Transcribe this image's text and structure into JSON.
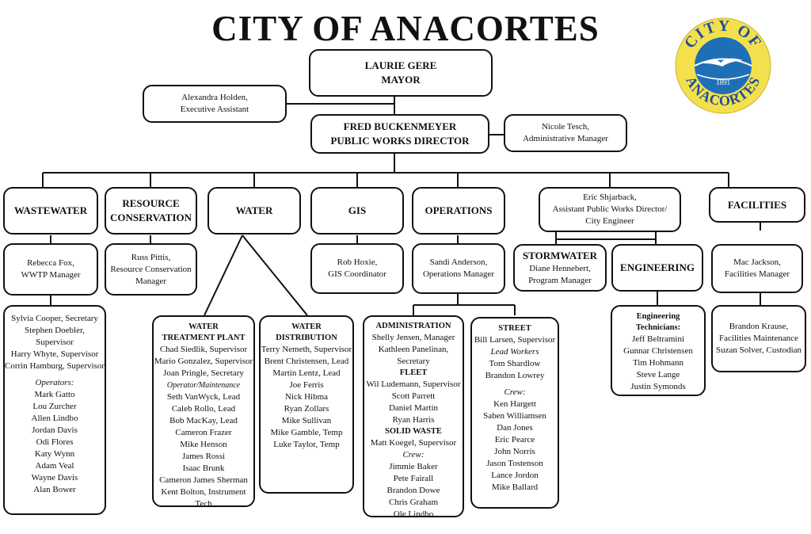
{
  "title": "CITY OF ANACORTES",
  "seal": {
    "top": "CITY OF",
    "bottom": "ANACORTES",
    "year": "1891",
    "colors": {
      "ring": "#f4e04d",
      "center": "#1f6fb7"
    }
  },
  "mayor": {
    "name": "LAURIE GERE",
    "role": "MAYOR"
  },
  "exec_assistant": {
    "name": "Alexandra Holden,",
    "role": "Executive Assistant"
  },
  "director": {
    "name": "FRED BUCKENMEYER",
    "role": "PUBLIC WORKS DIRECTOR"
  },
  "admin_manager": {
    "name": "Nicole Tesch,",
    "role": "Administrative Manager"
  },
  "wastewater": {
    "header": "WASTEWATER",
    "manager": [
      "Rebecca Fox,",
      "WWTP Manager"
    ],
    "staff": [
      "Sylvia Cooper, Secretary",
      "Stephen Doebler, Supervisor",
      "Harry Whyte, Supervisor",
      "Corrin Hamburg, Supervisor"
    ],
    "operators_label": "Operators:",
    "operators": [
      "Mark Gatto",
      "Lou Zurcher",
      "Allen Lindbo",
      "Jordan Davis",
      "Odi Flores",
      "Katy Wynn",
      "Adam Veal",
      "Wayne Davis",
      "Alan Bower"
    ]
  },
  "resource": {
    "header1": "RESOURCE",
    "header2": "CONSERVATION",
    "manager": [
      "Russ Pittis,",
      "Resource Conservation",
      "Manager"
    ]
  },
  "water": {
    "header": "WATER",
    "plant": {
      "header1": "WATER",
      "header2": "TREATMENT PLANT",
      "staff": [
        "Chad Siedlik, Supervisor",
        "Mario Gonzalez, Supervisor",
        "Joan Pringle, Secretary"
      ],
      "label": "Operator/Maintenance",
      "crew": [
        "Seth VanWyck, Lead",
        "Caleb Rollo, Lead",
        "Bob MacKay, Lead",
        "Cameron Frazer",
        "Mike Henson",
        "James Rossi",
        "Isaac Brunk",
        "Cameron James Sherman",
        "Kent Bolton, Instrument Tech"
      ]
    },
    "distribution": {
      "header1": "WATER",
      "header2": "DISTRIBUTION",
      "staff": [
        "Terry Nemeth, Supervisor",
        "Brent Christensen, Lead",
        "Martin Lentz, Lead",
        "Joe Ferris",
        "Nick Hibma",
        "Ryan Zollars",
        "Mike Sullivan",
        "Mike Gamble, Temp",
        "Luke Taylor, Temp"
      ]
    }
  },
  "gis": {
    "header": "GIS",
    "manager": [
      "Rob Hoxie,",
      "GIS Coordinator"
    ]
  },
  "operations": {
    "header": "OPERATIONS",
    "manager": [
      "Sandi Anderson,",
      "Operations Manager"
    ],
    "administration": {
      "header": "ADMINISTRATION",
      "staff": [
        "Shelly Jensen, Manager",
        "Kathleen Panelinan, Secretary"
      ]
    },
    "fleet": {
      "header": "FLEET",
      "staff": [
        "Wil Ludemann, Supervisor",
        "Scott Parrett",
        "Daniel Martin",
        "Ryan Harris"
      ]
    },
    "solid_waste": {
      "header": "SOLID WASTE",
      "supervisor": "Matt Koegel, Supervisor",
      "crew_label": "Crew:",
      "crew": [
        "Jimmie Baker",
        "Pete Fairall",
        "Brandon Dowe",
        "Chris Graham",
        "Ole Lindbo"
      ]
    },
    "street": {
      "header": "STREET",
      "supervisor": "Bill Larsen, Supervisor",
      "leads_label": "Lead Workers",
      "leads": [
        "Tom Shardlow",
        "Brandon Lowrey"
      ],
      "crew_label": "Crew:",
      "crew": [
        "Ken Hargett",
        "Saben Williamsen",
        "Dan Jones",
        "Eric Pearce",
        "John Norris",
        "Jason Tostenson",
        "Lance Jordon",
        "Mike Ballard"
      ]
    }
  },
  "asst_director": {
    "lines": [
      "Eric Shjarback,",
      "Assistant Public Works Director/",
      "City Engineer"
    ]
  },
  "stormwater": {
    "header": "STORMWATER",
    "staff": [
      "Diane Hennebert,",
      "Program Manager"
    ]
  },
  "engineering": {
    "header": "ENGINEERING",
    "tech_label1": "Engineering",
    "tech_label2": "Technicians:",
    "techs": [
      "Jeff Beltramini",
      "Gunnar Christensen",
      "Tim Hohmann",
      "Steve Lange",
      "Justin Symonds"
    ]
  },
  "facilities": {
    "header": "FACILITIES",
    "manager": [
      "Mac Jackson,",
      "Facilities Manager"
    ],
    "staff": [
      "Brandon Krause,",
      "Facilities Maintenance",
      "Suzan Solver, Custodian"
    ]
  }
}
